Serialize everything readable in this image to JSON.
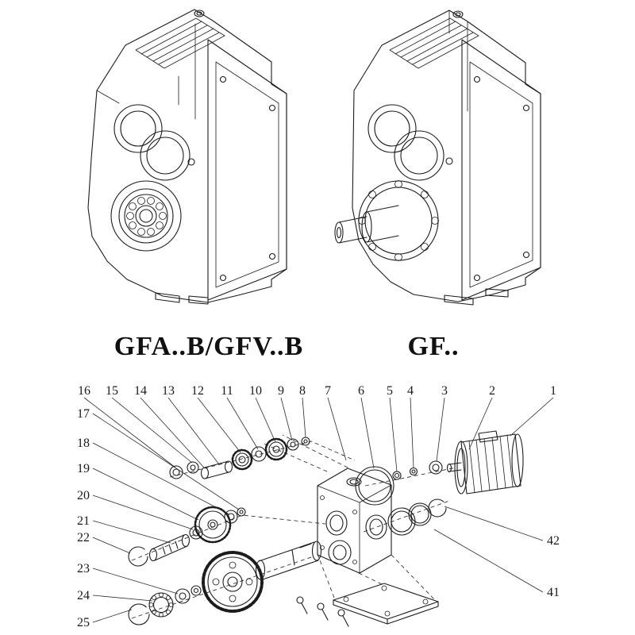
{
  "page": {
    "colors": {
      "background": "#ffffff",
      "line_ink": "#1c1c1c",
      "text_ink": "#111111"
    }
  },
  "figures": {
    "left_model": {
      "label": "GFA..B/GFV..B"
    },
    "right_model": {
      "label": "GF.."
    }
  },
  "exploded_view": {
    "callouts": {
      "c1": "1",
      "c2": "2",
      "c3": "3",
      "c4": "4",
      "c5": "5",
      "c6": "6",
      "c7": "7",
      "c8": "8",
      "c9": "9",
      "c10": "10",
      "c11": "11",
      "c12": "12",
      "c13": "13",
      "c14": "14",
      "c15": "15",
      "c16": "16",
      "c17": "17",
      "c18": "18",
      "c19": "19",
      "c20": "20",
      "c21": "21",
      "c22": "22",
      "c23": "23",
      "c24": "24",
      "c25": "25",
      "c41": "41",
      "c42": "42"
    }
  }
}
